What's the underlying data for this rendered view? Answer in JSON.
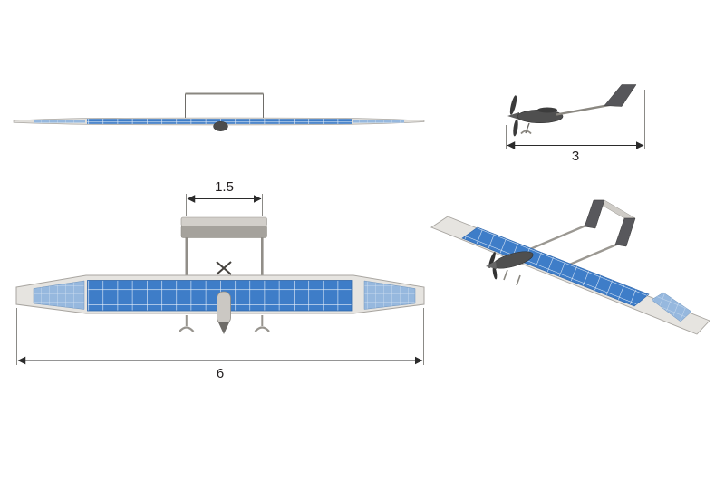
{
  "dimension_labels": {
    "boom_spacing": "1.5",
    "wingspan": "6",
    "length": "3"
  },
  "colors": {
    "solar_blue": "#3E7DC8",
    "solar_blue_light": "#96B8DE",
    "panel_grid_line": "#E9F1FA",
    "airframe_light": "#E6E4E0",
    "airframe_mid": "#B9B6B1",
    "airframe_dark": "#55534F",
    "fuselage_gray": "#4F4F4F",
    "outline_gray": "#A8A5A0",
    "dimension_line": "#2B2B2B"
  }
}
